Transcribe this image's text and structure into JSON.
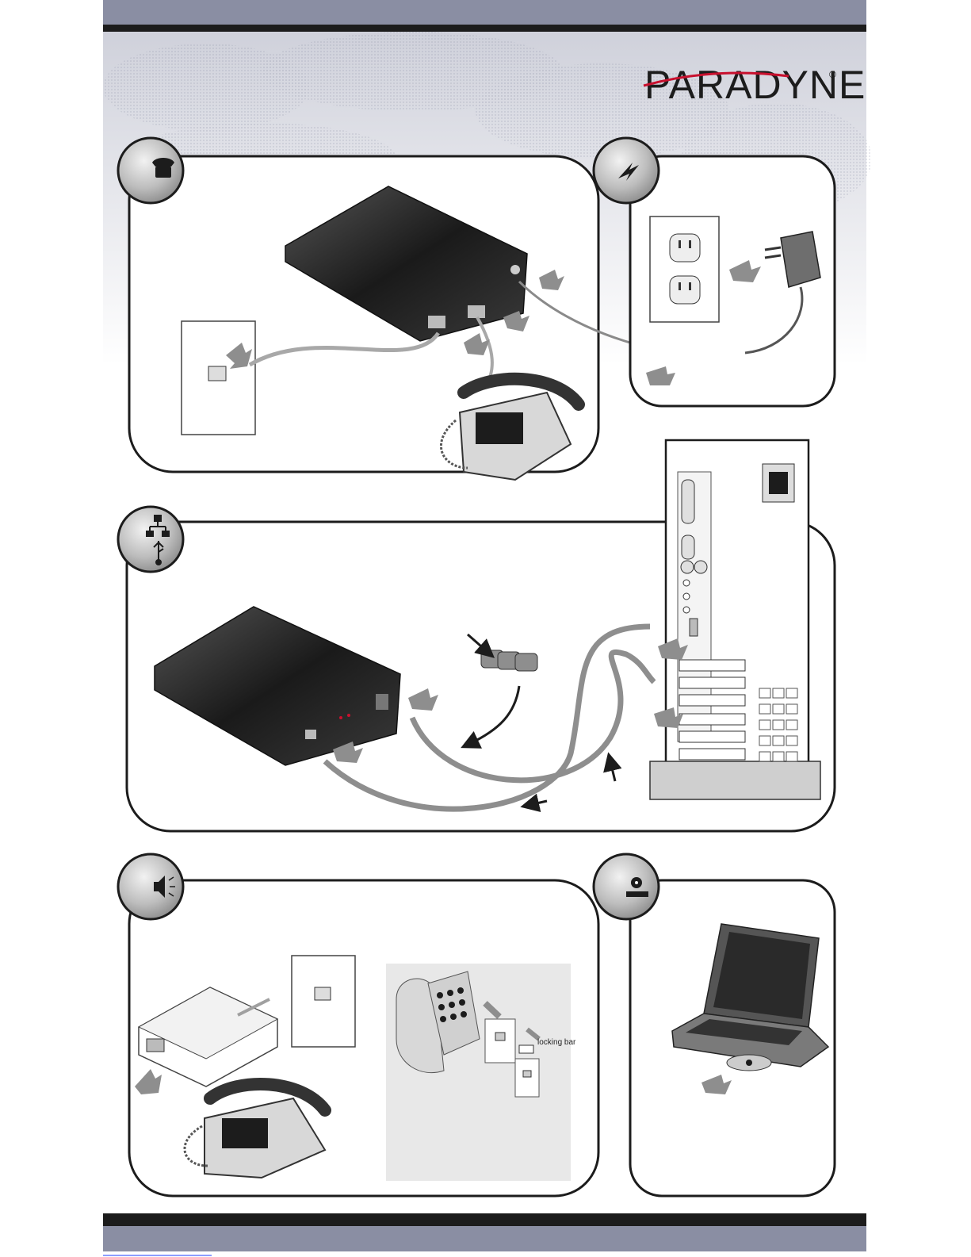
{
  "brand": {
    "name": "PARADYNE",
    "registered_mark": "®"
  },
  "sections": [
    {
      "id": "phone-line",
      "icon": "telephone-icon"
    },
    {
      "id": "power",
      "icon": "lightning-icon"
    },
    {
      "id": "computer-connection",
      "icon": "network-usb-icon"
    },
    {
      "id": "microfilters",
      "icon": "speaker-icon"
    },
    {
      "id": "software-install",
      "icon": "cd-drive-icon"
    }
  ],
  "inset": {
    "locking_bar_label": "locking bar"
  },
  "colors": {
    "top_bar": "#8a8ea3",
    "rule": "#1c1c1c",
    "footer_bar": "#1c1c1c",
    "accent_red": "#c8102e",
    "arrow_gray": "#8e8e8e",
    "cable_gray": "#9a9a9a",
    "modem_dark": "#2a2a2a",
    "link_blue": "#1a3cff"
  }
}
